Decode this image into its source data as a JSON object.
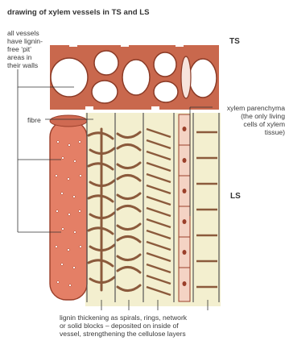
{
  "title": "drawing of xylem vessels in TS and LS",
  "section_ts": "TS",
  "section_ls": "LS",
  "labels": {
    "pits": [
      "all vessels",
      "have lignin-",
      "free ‘pit’",
      "areas in",
      "their walls"
    ],
    "fibre": "fibre",
    "parenchyma": [
      "xylem parenchyma",
      "(the only living",
      "cells of xylem",
      "tissue)"
    ],
    "thickening": [
      "lignin thickening as spirals, rings, network",
      "or solid blocks – deposited on inside of",
      "vessel, strengthening the cellulose layers"
    ]
  },
  "colors": {
    "vessel_wall": "#b5563f",
    "vessel_fill": "#e47f66",
    "wood": "#f3efcf",
    "lignin": "#8b5a3c",
    "parenchyma": "#f4d3c4",
    "line": "#333333"
  }
}
